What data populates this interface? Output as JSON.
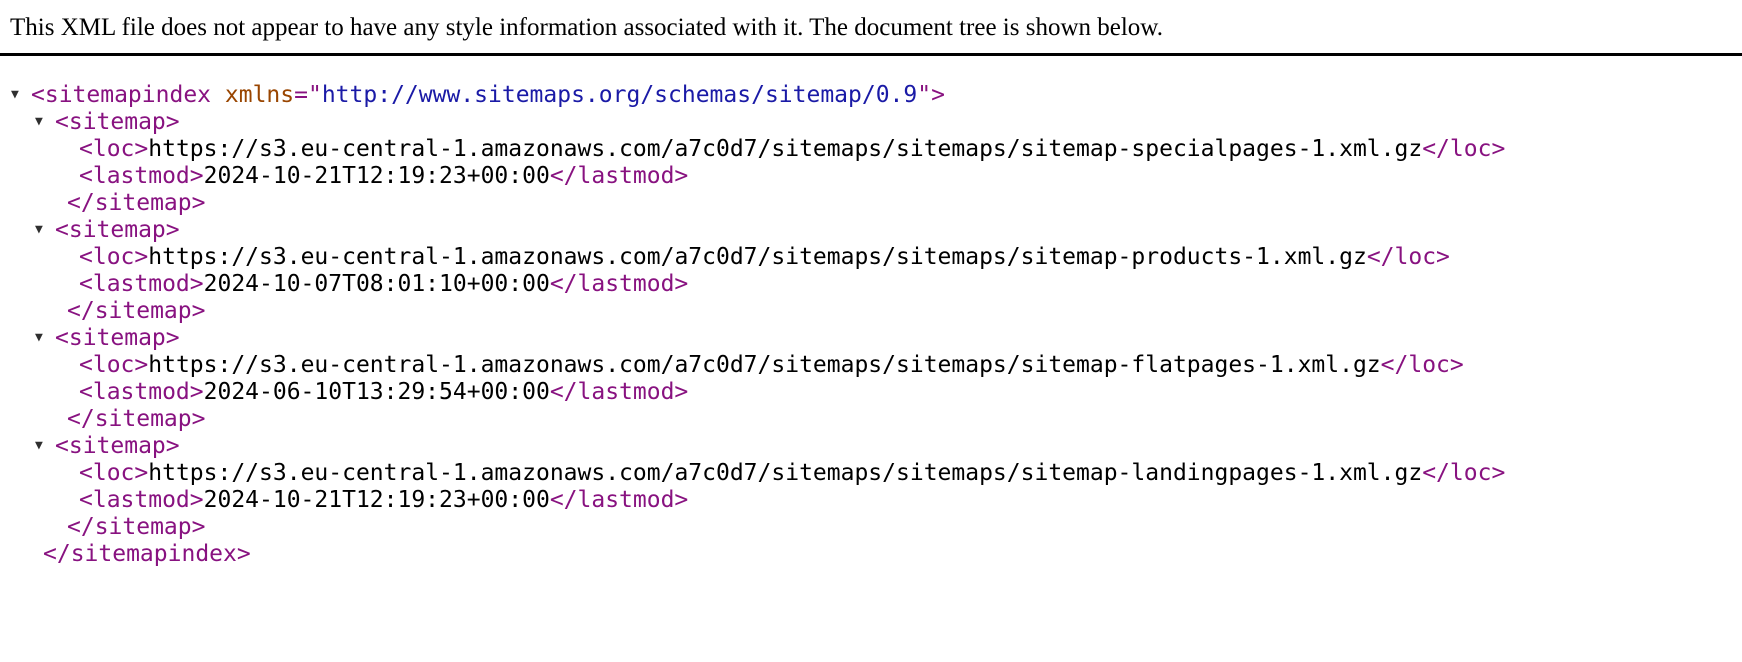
{
  "banner": {
    "message": "This XML file does not appear to have any style information associated with it. The document tree is shown below."
  },
  "colors": {
    "tag": "#881280",
    "attribute_name": "#994500",
    "attribute_value": "#1a1aa6",
    "text": "#000000",
    "arrow": "#2f2f2f",
    "divider": "#000000",
    "background": "#ffffff"
  },
  "icons": {
    "collapse_arrow": "▼"
  },
  "xml": {
    "root": {
      "open_tag": "<sitemapindex ",
      "attr_name": "xmlns",
      "eq_quote": "=\"",
      "attr_value": "http://www.sitemaps.org/schemas/sitemap/0.9",
      "quote_gt": "\">",
      "close_tag": "</sitemapindex>"
    },
    "tags": {
      "sitemap_open": "<sitemap>",
      "sitemap_close": "</sitemap>",
      "loc_open": "<loc>",
      "loc_close": "</loc>",
      "lastmod_open": "<lastmod>",
      "lastmod_close": "</lastmod>"
    },
    "entries": [
      {
        "loc": "https://s3.eu-central-1.amazonaws.com/a7c0d7/sitemaps/sitemaps/sitemap-specialpages-1.xml.gz",
        "lastmod": "2024-10-21T12:19:23+00:00"
      },
      {
        "loc": "https://s3.eu-central-1.amazonaws.com/a7c0d7/sitemaps/sitemaps/sitemap-products-1.xml.gz",
        "lastmod": "2024-10-07T08:01:10+00:00"
      },
      {
        "loc": "https://s3.eu-central-1.amazonaws.com/a7c0d7/sitemaps/sitemaps/sitemap-flatpages-1.xml.gz",
        "lastmod": "2024-06-10T13:29:54+00:00"
      },
      {
        "loc": "https://s3.eu-central-1.amazonaws.com/a7c0d7/sitemaps/sitemaps/sitemap-landingpages-1.xml.gz",
        "lastmod": "2024-10-21T12:19:23+00:00"
      }
    ]
  }
}
